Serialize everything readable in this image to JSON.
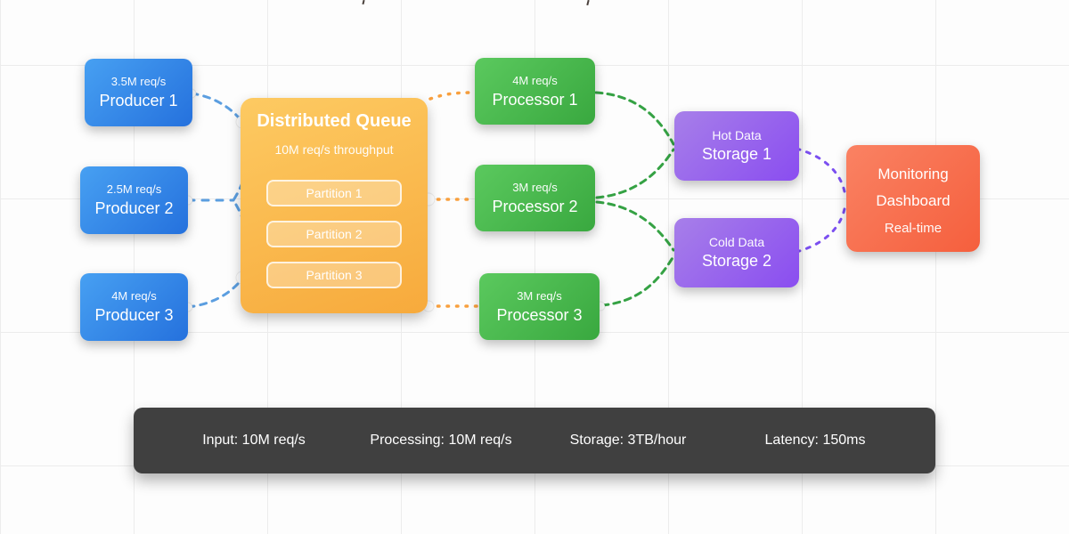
{
  "diagram": {
    "nodes": {
      "producer1": {
        "rate": "3.5M req/s",
        "label": "Producer 1"
      },
      "producer2": {
        "rate": "2.5M req/s",
        "label": "Producer 2"
      },
      "producer3": {
        "rate": "4M req/s",
        "label": "Producer 3"
      },
      "queue": {
        "title": "Distributed Queue",
        "subtitle": "10M req/s throughput",
        "partitions": [
          "Partition 1",
          "Partition 2",
          "Partition 3"
        ]
      },
      "processor1": {
        "rate": "4M req/s",
        "label": "Processor 1"
      },
      "processor2": {
        "rate": "3M req/s",
        "label": "Processor 2"
      },
      "processor3": {
        "rate": "3M req/s",
        "label": "Processor 3"
      },
      "storage1": {
        "rate": "Hot Data",
        "label": "Storage 1"
      },
      "storage2": {
        "rate": "Cold Data",
        "label": "Storage 2"
      },
      "monitoring": {
        "line1": "Monitoring",
        "line2": "Dashboard",
        "line3": "Real-time"
      }
    },
    "stats": [
      "Input: 10M req/s",
      "Processing: 10M req/s",
      "Storage: 3TB/hour",
      "Latency: 150ms"
    ],
    "colors": {
      "producer_blue": "#2f7ce2",
      "queue_orange": "#f9b44a",
      "processor_green": "#46b54c",
      "storage_purple": "#9563ea",
      "monitoring_coral": "#f8704f",
      "stats_bar_gray": "#404040",
      "link_blue": "#5b9ee0",
      "link_orange": "#f9a03e",
      "link_green": "#35a244",
      "link_purple": "#7b4ff0"
    }
  }
}
